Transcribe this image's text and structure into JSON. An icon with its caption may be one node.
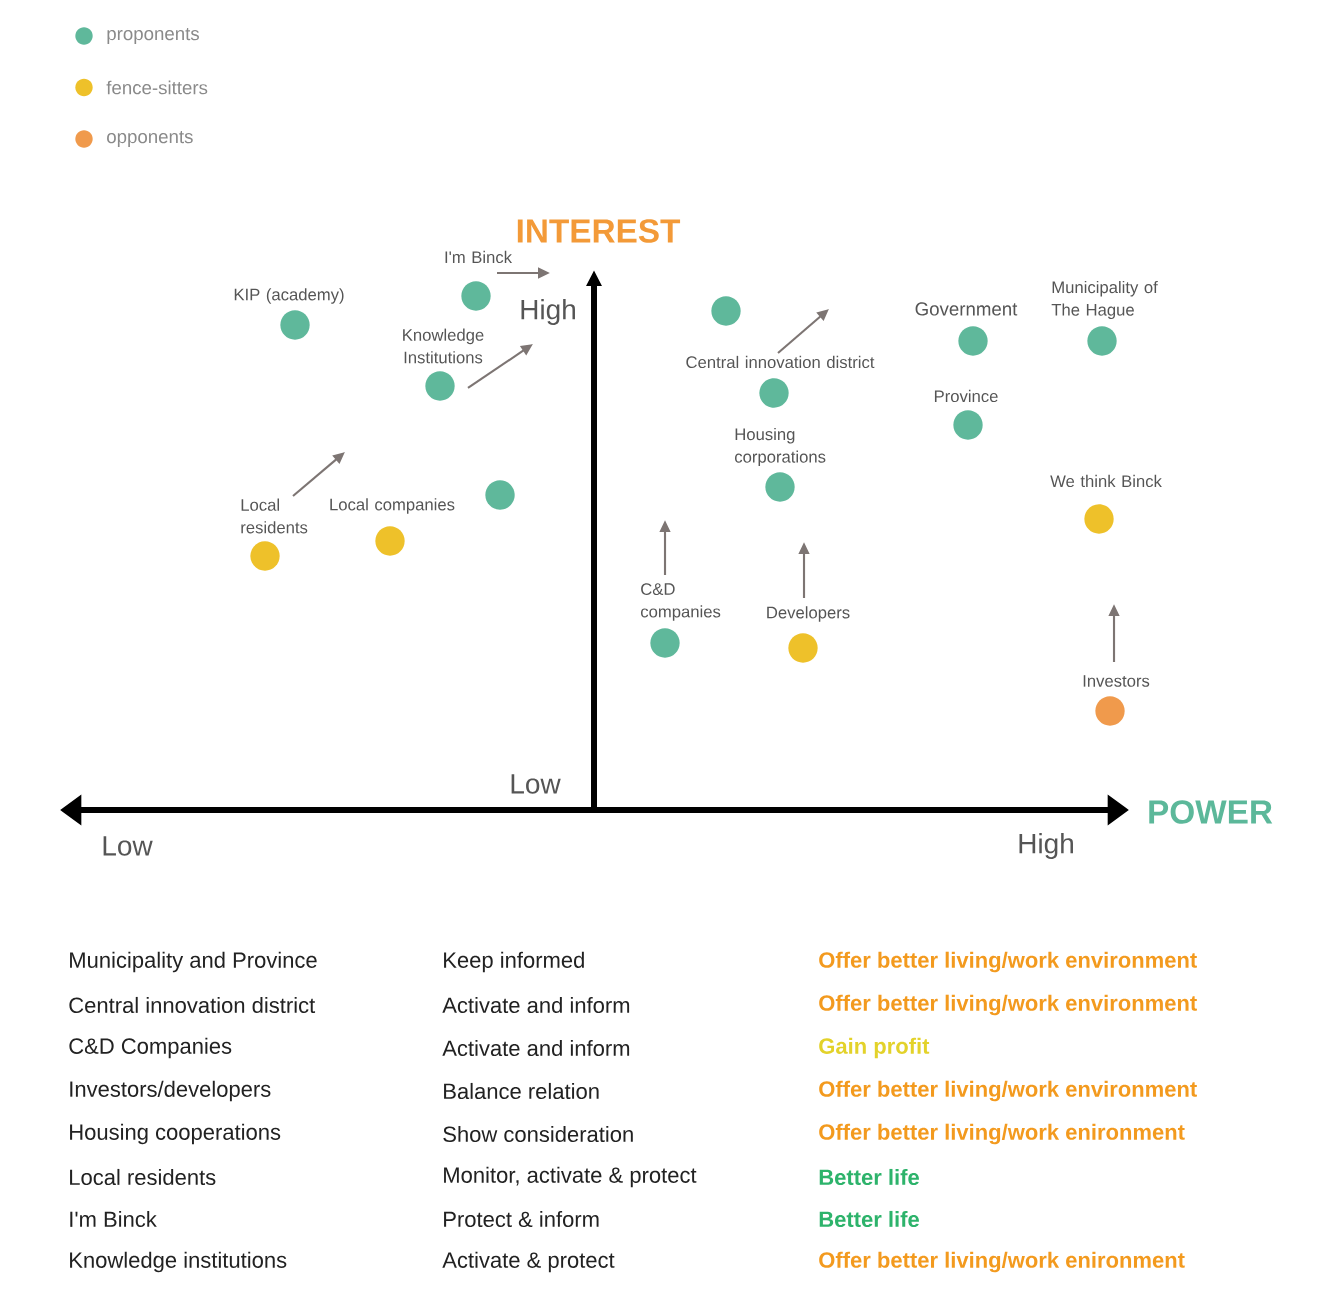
{
  "diagram": {
    "nodes": [
      {
        "text": [
          "KIP (academy)"
        ]
      },
      {
        "text": [
          "I'm Binck"
        ]
      },
      {
        "text": [
          "Knowledge Institutions"
        ]
      },
      {
        "text": [],
        "shape": "circle"
      },
      {
        "text": [
          "Local residents"
        ]
      },
      {
        "text": [
          "Local companies"
        ]
      },
      {
        "text": [],
        "shape": "circle"
      },
      {
        "text": [
          "Central innovation district"
        ]
      },
      {
        "text": [
          "Housing corporations"
        ]
      },
      {
        "text": [
          "C&D companies"
        ]
      },
      {
        "text": [
          "Developers"
        ]
      },
      {
        "text": [
          "Government"
        ]
      },
      {
        "text": [
          "Municipality of The Hague"
        ]
      },
      {
        "text": [
          "Province"
        ]
      },
      {
        "text": [
          "We think Binck"
        ]
      },
      {
        "text": [
          "Investors"
        ]
      }
    ],
    "edges": [
      {
        "from": 1,
        "to": null,
        "arrow": "to"
      },
      {
        "from": 2,
        "to": null,
        "arrow": "to"
      },
      {
        "from": 4,
        "to": null,
        "arrow": "to"
      },
      {
        "from": 7,
        "to": null,
        "arrow": "to"
      },
      {
        "from": 9,
        "to": null,
        "arrow": "to"
      },
      {
        "from": 10,
        "to": null,
        "arrow": "to"
      },
      {
        "from": 15,
        "to": null,
        "arrow": "to"
      }
    ],
    "labels": [
      "INTEREST",
      "High",
      "Low",
      "POWER",
      "Low",
      "High",
      "Municipality and Province",
      "Keep informed",
      "Offer better living/work environment",
      "Central innovation district",
      "Activate and inform",
      "Offer better living/work environment",
      "C&D Companies",
      "Activate and inform",
      "Gain profit",
      "Investors/developers",
      "Balance relation",
      "Offer better living/work environment",
      "Housing cooperations",
      "Show consideration",
      "Offer better living/work enironment",
      "Local residents",
      "Monitor, activate & protect",
      "Better life",
      "I'm Binck",
      "Protect & inform",
      "Better life",
      "Knowledge institutions",
      "Activate & protect",
      "Offer better living/work enironment"
    ],
    "legend": [
      {
        "text": "proponents",
        "color": "#5fb89b"
      },
      {
        "text": "fence-sitters",
        "color": "#eec12a"
      },
      {
        "text": "opponents",
        "color": "#f09a4c"
      }
    ]
  }
}
